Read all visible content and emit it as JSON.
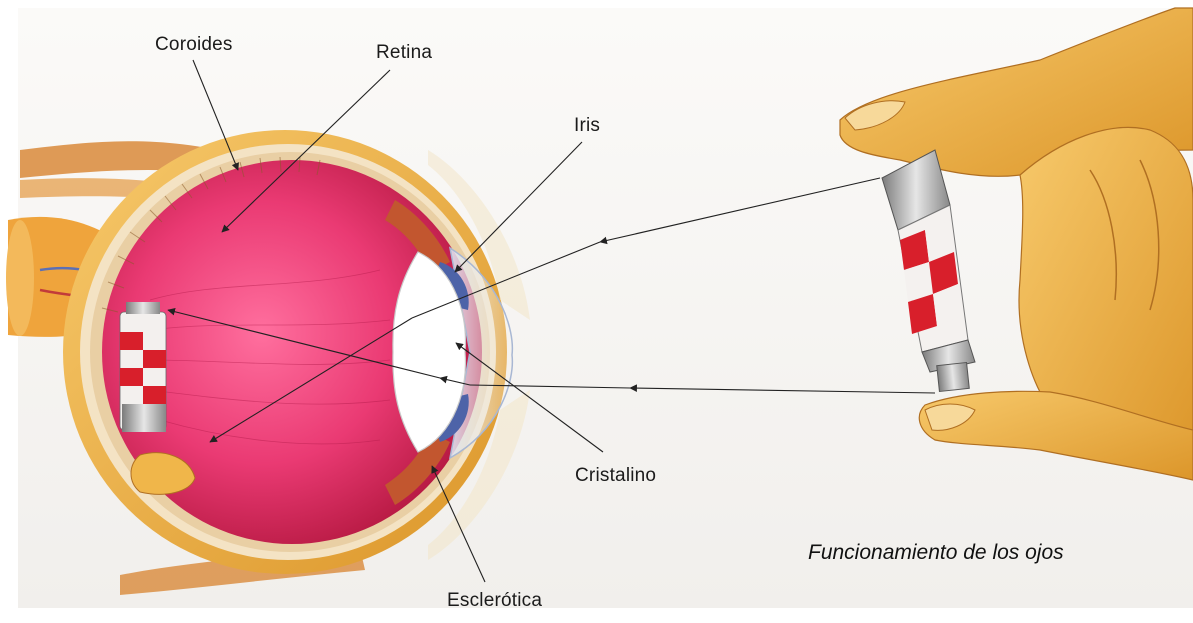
{
  "labels": {
    "coroides": "Coroides",
    "retina": "Retina",
    "iris": "Iris",
    "cristalino": "Cristalino",
    "esclerotica": "Esclerótica"
  },
  "caption": "Funcionamiento de los ojos",
  "colors": {
    "eyeball": "#e0336a",
    "sclera": "#f0b64a",
    "skin": "#f2b04a",
    "tube_red": "#d81f2b",
    "line": "#222222"
  },
  "icons": {
    "eye": "eye-cross-section",
    "hand": "hand-holding-tube",
    "tube": "paint-tube"
  }
}
